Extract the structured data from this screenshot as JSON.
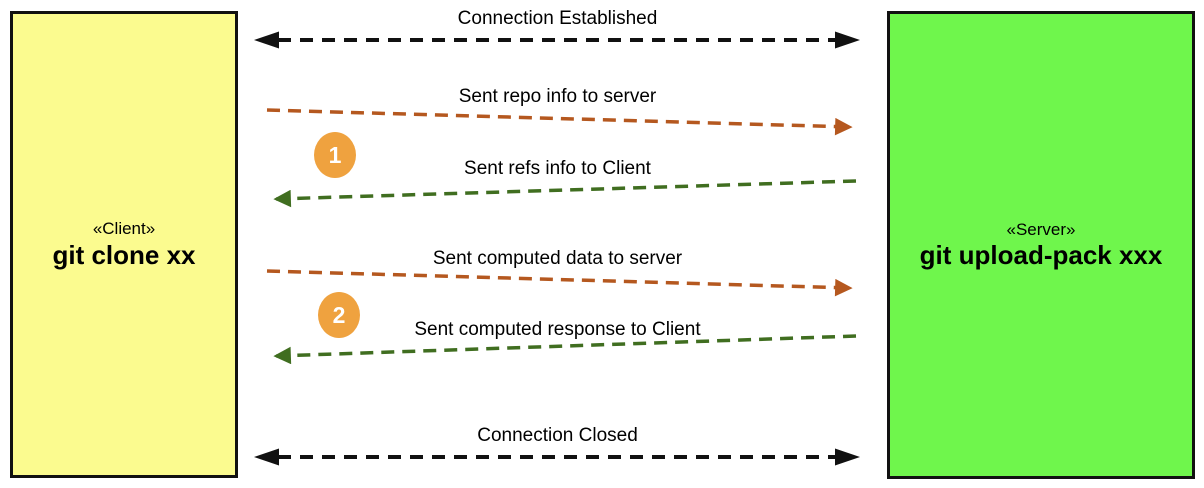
{
  "participants": {
    "client": {
      "stereotype": "«Client»",
      "name": "git clone xx"
    },
    "server": {
      "stereotype": "«Server»",
      "name": "git upload-pack xxx"
    }
  },
  "messages": [
    {
      "label": "Connection Established",
      "direction": "both"
    },
    {
      "label": "Sent repo info to server",
      "direction": "to-server"
    },
    {
      "label": "Sent refs info to Client",
      "direction": "to-client"
    },
    {
      "label": "Sent computed data to server",
      "direction": "to-server"
    },
    {
      "label": "Sent computed response to Client",
      "direction": "to-client"
    },
    {
      "label": "Connection Closed",
      "direction": "both"
    }
  ],
  "steps": [
    {
      "label": "1"
    },
    {
      "label": "2"
    }
  ],
  "colors": {
    "background": "#FFFFFF",
    "text": "#000000",
    "box_border": "#111111",
    "client_box_fill": "#FBFB8F",
    "server_box_fill": "#6FF64C",
    "black_arrow": "#111111",
    "to_server_arrow": "#B5581F",
    "to_client_arrow": "#406E20",
    "step_badge": "#EFA23F",
    "step_badge_text": "#FFFFFF"
  }
}
